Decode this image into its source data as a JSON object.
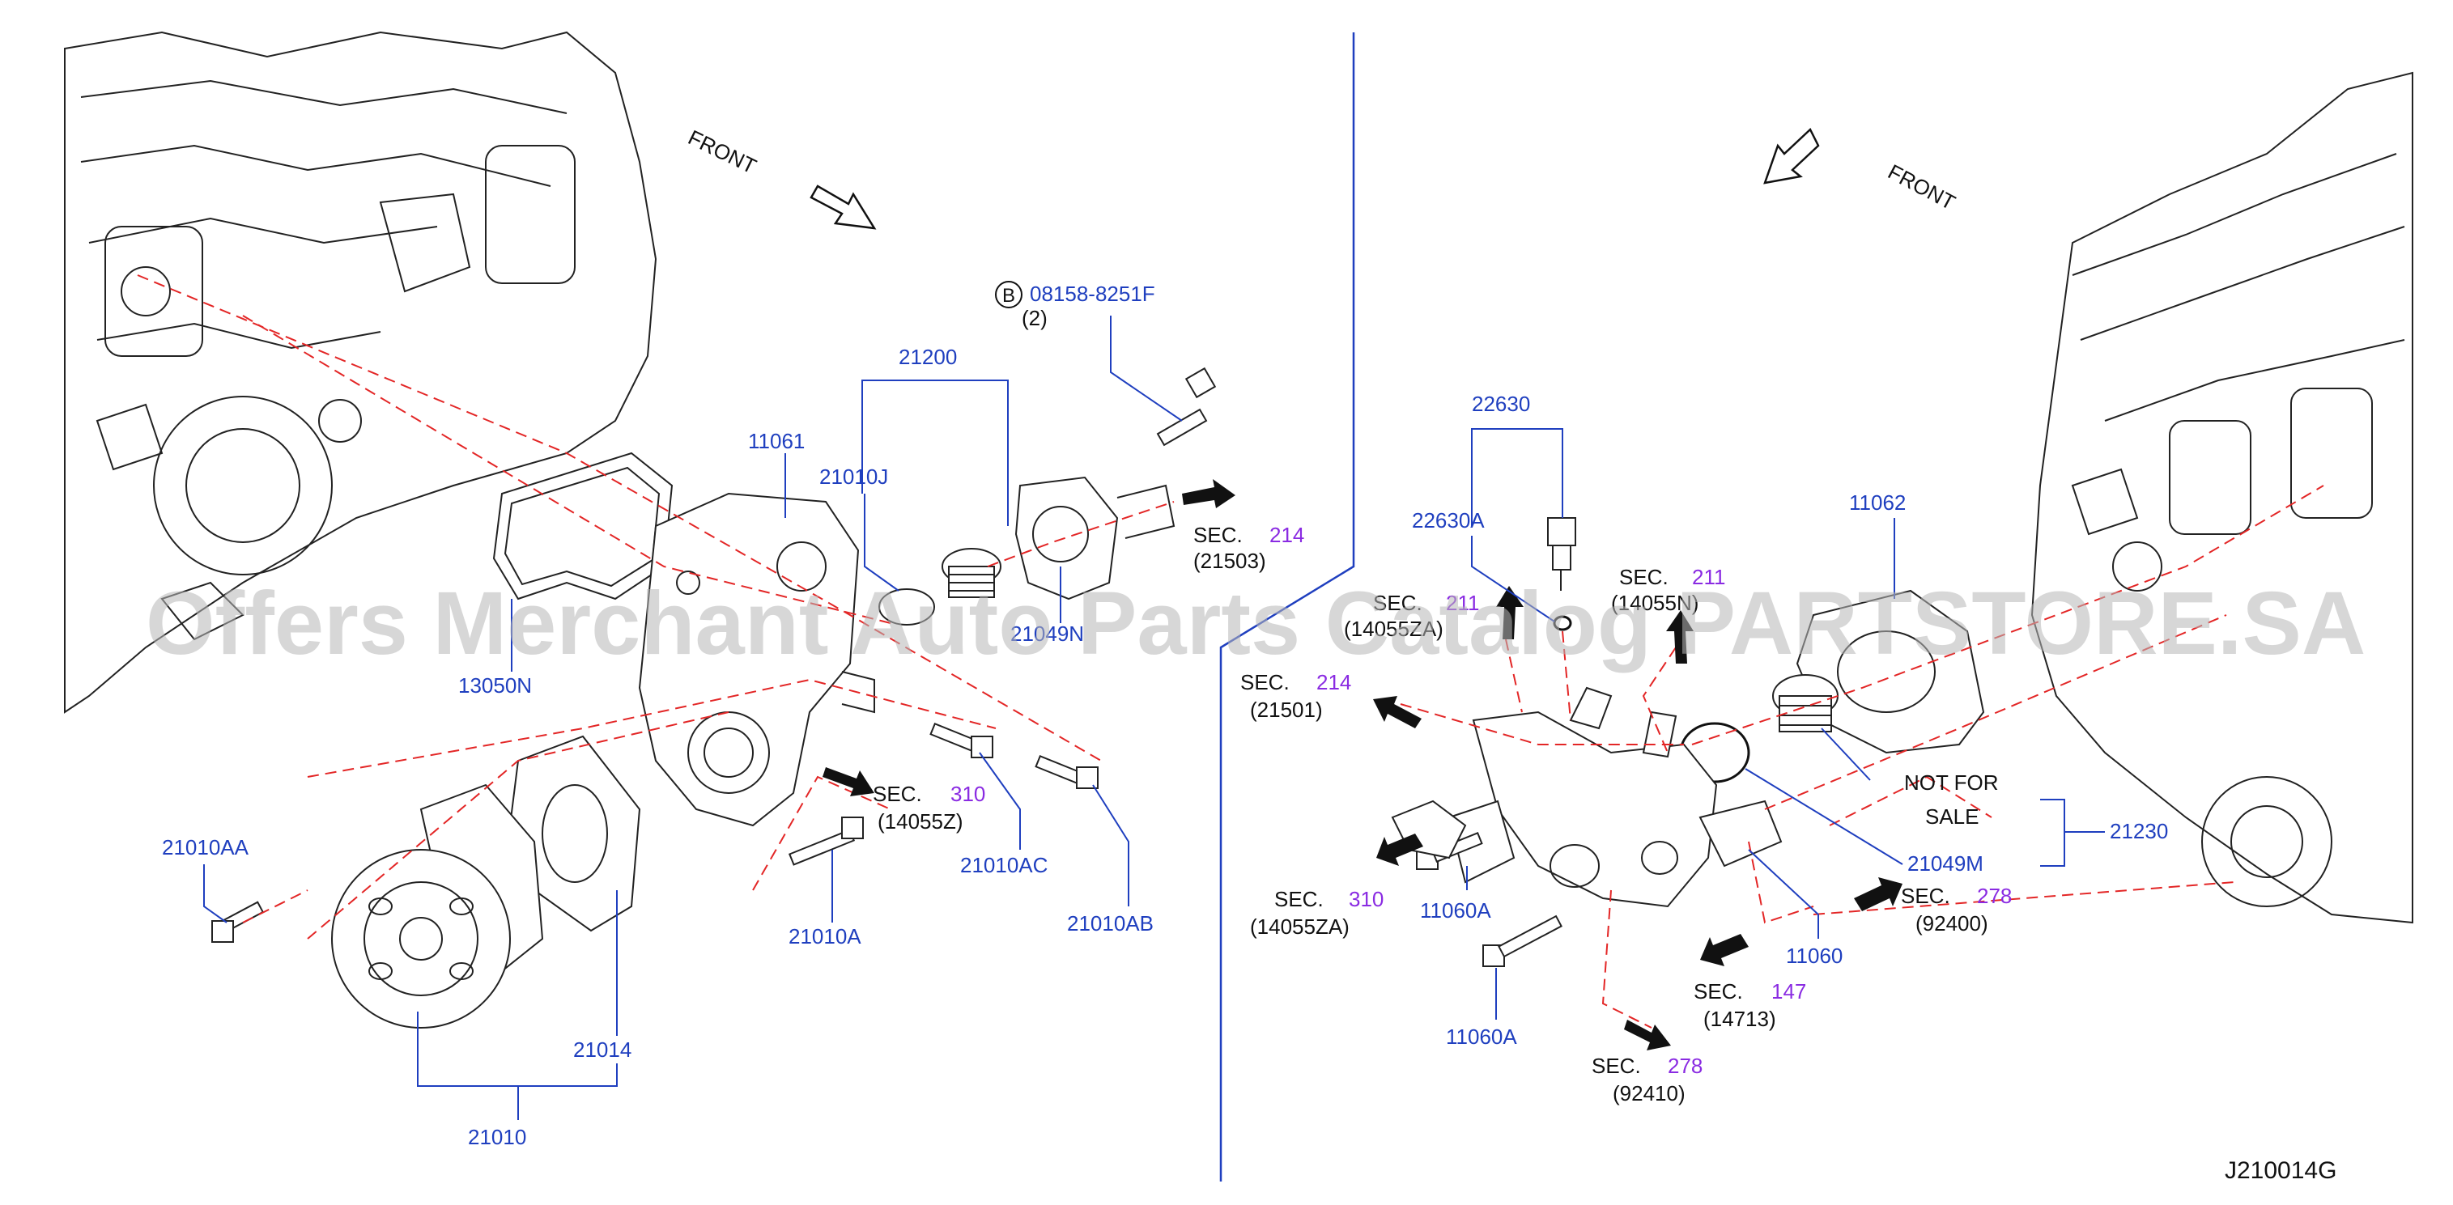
{
  "watermark": "Offers Merchant Auto Parts Catalog PARTSTORE.SA",
  "diagram_id": "J210014G",
  "front_left": "FRONT",
  "front_right": "FRONT",
  "bolt_marker": "B",
  "labels": {
    "p08158": "08158-8251F",
    "p08158_qty": "(2)",
    "p21200": "21200",
    "p21010J": "21010J",
    "p11061": "11061",
    "p21049N": "21049N",
    "p13050N": "13050N",
    "p21010AA": "21010AA",
    "p21010A": "21010A",
    "p21010AC": "21010AC",
    "p21010AB": "21010AB",
    "p21014": "21014",
    "p21010": "21010",
    "p22630": "22630",
    "p22630A": "22630A",
    "p11062": "11062",
    "p11060A_1": "11060A",
    "p11060A_2": "11060A",
    "p11060": "11060",
    "p21049M": "21049M",
    "p21230": "21230",
    "nfs1": "NOT  FOR",
    "nfs2": "SALE"
  },
  "sec_refs": {
    "s214a": {
      "sec": "SEC.",
      "num": "214",
      "sub": "(21503)"
    },
    "s310a": {
      "sec": "SEC.",
      "num": "310",
      "sub": "(14055Z)"
    },
    "s211a": {
      "sec": "SEC.",
      "num": "211",
      "sub": "(14055ZA)"
    },
    "s211b": {
      "sec": "SEC.",
      "num": "211",
      "sub": "(14055N)"
    },
    "s214b": {
      "sec": "SEC.",
      "num": "214",
      "sub": "(21501)"
    },
    "s310b": {
      "sec": "SEC.",
      "num": "310",
      "sub": "(14055ZA)"
    },
    "s278a": {
      "sec": "SEC.",
      "num": "278",
      "sub": "(92400)"
    },
    "s147": {
      "sec": "SEC.",
      "num": "147",
      "sub": "(14713)"
    },
    "s278b": {
      "sec": "SEC.",
      "num": "278",
      "sub": "(92410)"
    }
  },
  "colors": {
    "part_label": "#1f3fbf",
    "sec_number": "#8a2be2",
    "leader": "#1f3fbf",
    "centerline": "#e32626",
    "watermark": "#b8b8b8"
  }
}
